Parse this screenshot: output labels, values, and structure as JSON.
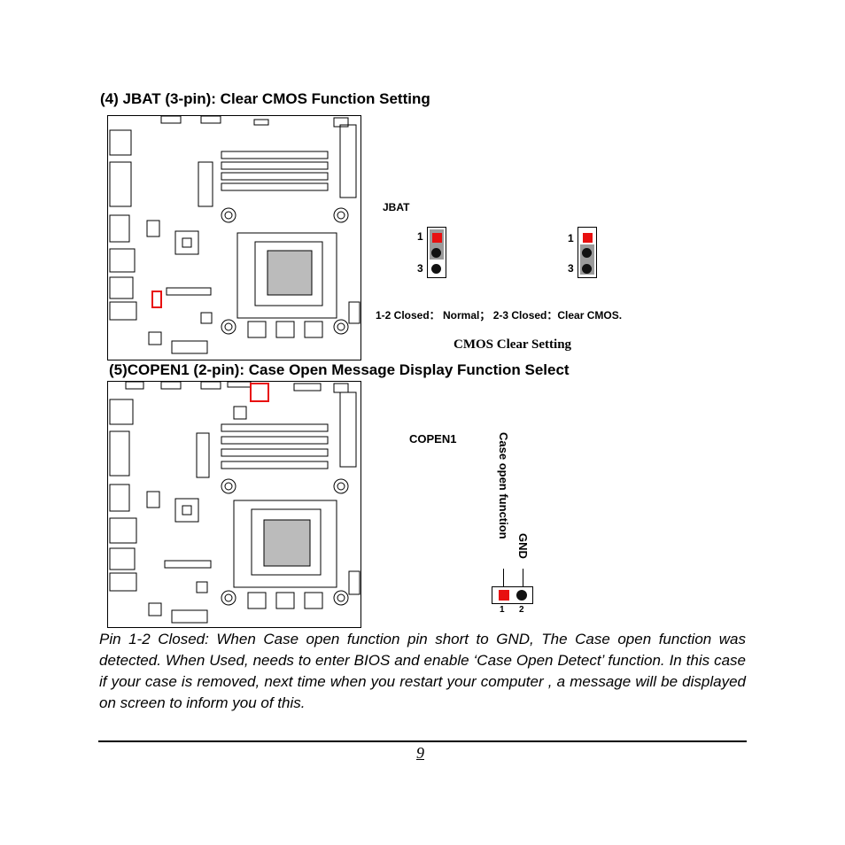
{
  "section4": {
    "title": "(4) JBAT (3-pin): Clear CMOS Function Setting",
    "jumper_name": "JBAT",
    "pin1": "1",
    "pin3": "3",
    "caption": "1-2 Closed：   Normal；    2-3 Closed：Clear CMOS.",
    "figure_title": "CMOS Clear Setting",
    "highlight_color": "#e81010"
  },
  "section5": {
    "title": "(5)COPEN1 (2-pin): Case Open Message Display Function Select",
    "jumper_name": "COPEN1",
    "pin_label_1": "Case open function",
    "pin_label_2": "GND",
    "pin_num_1": "1",
    "pin_num_2": "2",
    "paragraph": "Pin 1-2 Closed: When Case open function pin short to GND, The Case open function was detected. When Used, needs to enter BIOS and enable ‘Case Open Detect’ function. In this case if your case is removed, next time when you restart your computer , a message will be displayed on screen to inform you of this."
  },
  "footer": {
    "page_number": "9"
  }
}
